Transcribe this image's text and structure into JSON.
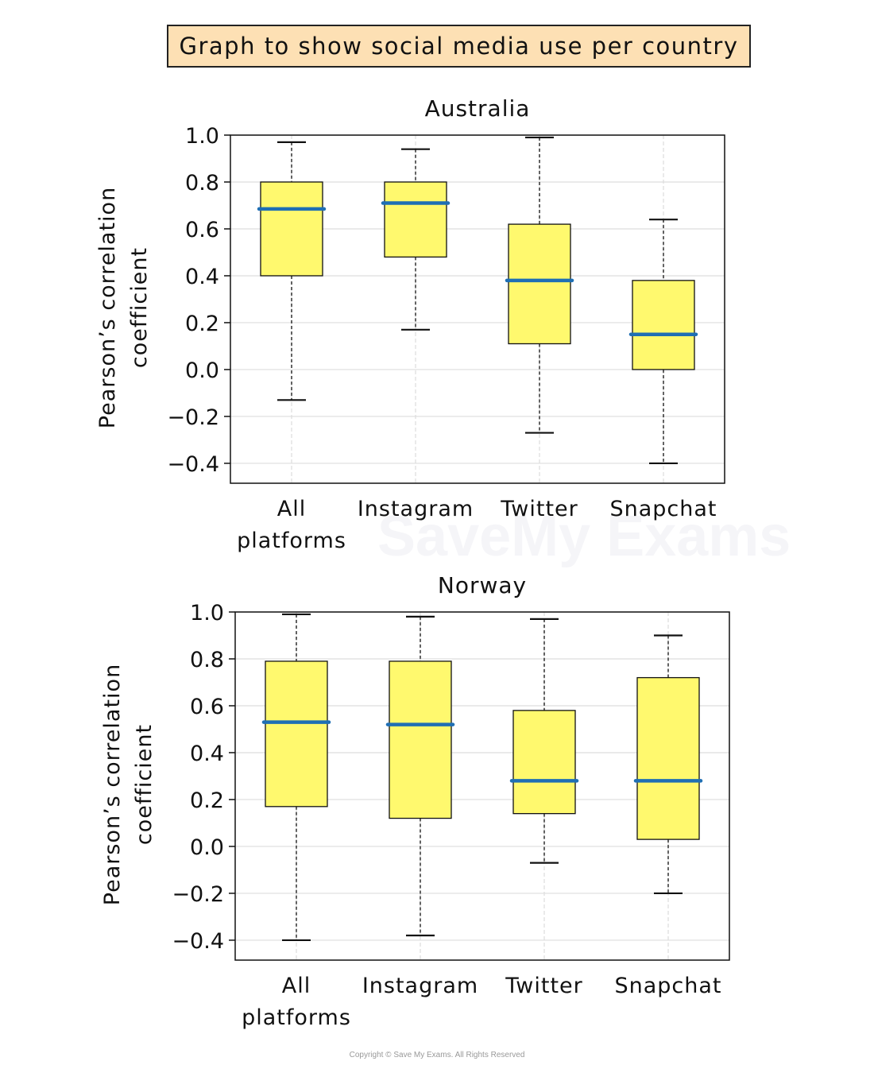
{
  "header": {
    "title": "Graph to show social media use per country"
  },
  "watermark": "SaveMy Exams",
  "footer": {
    "copyright": "Copyright © Save My Exams. All Rights Reserved"
  },
  "colors": {
    "box_fill": "#fff96e",
    "median": "#1f6fb4",
    "grid": "#dddddd",
    "title_bg": "#fde0b4"
  },
  "chart_data": [
    {
      "type": "box",
      "title": "Australia",
      "ylabel": [
        "Pearson’s correlation",
        "coefficient"
      ],
      "xlabel": "",
      "ylim": [
        -0.485,
        1.0
      ],
      "yticks": [
        1.0,
        0.8,
        0.6,
        0.4,
        0.2,
        0.0,
        -0.2,
        -0.4
      ],
      "ytick_labels": [
        "1.0",
        "0.8",
        "0.6",
        "0.4",
        "0.2",
        "0.0",
        "−0.2",
        "−0.4"
      ],
      "grid": true,
      "categories": [
        "All platforms",
        "Instagram",
        "Twitter",
        "Snapchat"
      ],
      "boxes": [
        {
          "whisker_low": -0.13,
          "q1": 0.4,
          "median": 0.685,
          "q3": 0.8,
          "whisker_high": 0.97
        },
        {
          "whisker_low": 0.17,
          "q1": 0.48,
          "median": 0.71,
          "q3": 0.8,
          "whisker_high": 0.94
        },
        {
          "whisker_low": -0.27,
          "q1": 0.11,
          "median": 0.38,
          "q3": 0.62,
          "whisker_high": 0.99
        },
        {
          "whisker_low": -0.4,
          "q1": 0.0,
          "median": 0.15,
          "q3": 0.38,
          "whisker_high": 0.64
        }
      ]
    },
    {
      "type": "box",
      "title": "Norway",
      "ylabel": [
        "Pearson’s correlation",
        "coefficient"
      ],
      "xlabel": "",
      "ylim": [
        -0.485,
        1.0
      ],
      "yticks": [
        1.0,
        0.8,
        0.6,
        0.4,
        0.2,
        0.0,
        -0.2,
        -0.4
      ],
      "ytick_labels": [
        "1.0",
        "0.8",
        "0.6",
        "0.4",
        "0.2",
        "0.0",
        "−0.2",
        "−0.4"
      ],
      "grid": true,
      "categories": [
        "All platforms",
        "Instagram",
        "Twitter",
        "Snapchat"
      ],
      "boxes": [
        {
          "whisker_low": -0.4,
          "q1": 0.17,
          "median": 0.53,
          "q3": 0.79,
          "whisker_high": 0.99
        },
        {
          "whisker_low": -0.38,
          "q1": 0.12,
          "median": 0.52,
          "q3": 0.79,
          "whisker_high": 0.98
        },
        {
          "whisker_low": -0.07,
          "q1": 0.14,
          "median": 0.28,
          "q3": 0.58,
          "whisker_high": 0.97
        },
        {
          "whisker_low": -0.2,
          "q1": 0.03,
          "median": 0.28,
          "q3": 0.72,
          "whisker_high": 0.9
        }
      ]
    }
  ]
}
